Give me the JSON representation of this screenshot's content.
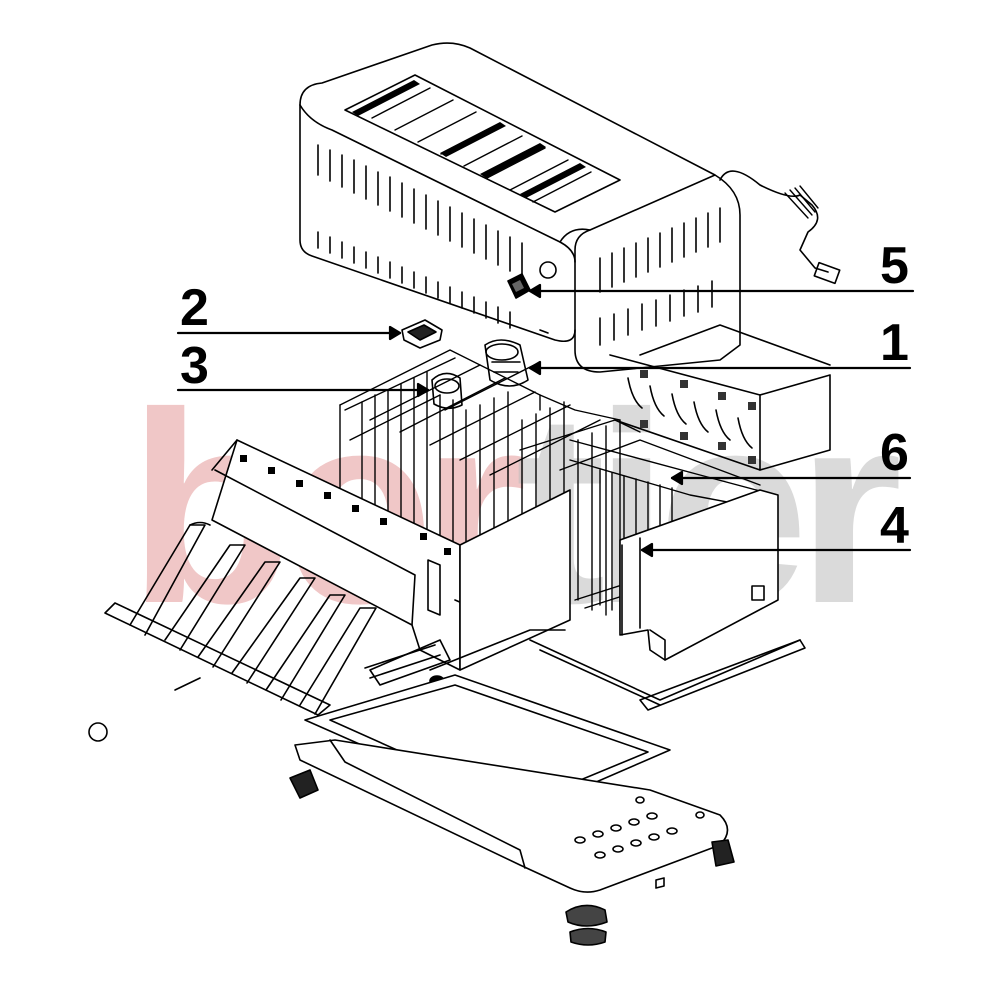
{
  "diagram": {
    "watermark": {
      "part1": "ber",
      "part2": "tier",
      "color_part1": "#e59a9a",
      "color_part2": "#bdbdbd"
    },
    "line_color": "#000000",
    "callouts": [
      {
        "id": "c5",
        "label": "5"
      },
      {
        "id": "c2",
        "label": "2"
      },
      {
        "id": "c1",
        "label": "1"
      },
      {
        "id": "c3",
        "label": "3"
      },
      {
        "id": "c6",
        "label": "6"
      },
      {
        "id": "c4",
        "label": "4"
      }
    ]
  }
}
